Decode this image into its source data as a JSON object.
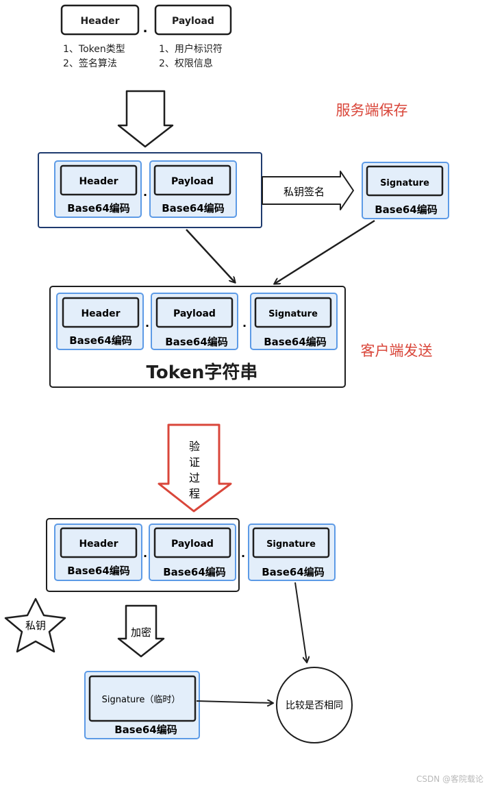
{
  "top": {
    "header": "Header",
    "payload": "Payload",
    "dot": ".",
    "header_notes": [
      "1、Token类型",
      "2、签名算法"
    ],
    "payload_notes": [
      "1、用户标识符",
      "2、权限信息"
    ]
  },
  "labels": {
    "server_save": "服务端保存",
    "client_send": "客户端发送",
    "sign_arrow": "私钥签名",
    "verify": [
      "验",
      "证",
      "过",
      "程"
    ],
    "private_key": "私钥",
    "encrypt": "加密",
    "compare": "比较是否相同",
    "token_string": "Token字符串",
    "watermark": "CSDN @客院载论"
  },
  "blocks": {
    "header": "Header",
    "payload": "Payload",
    "signature": "Signature",
    "signature_temp": "Signature（临时）",
    "encoding": "Base64编码"
  },
  "colors": {
    "ink": "#1e1e1e",
    "box_fill": "#e3eefa",
    "box_border": "#5c9ae6",
    "frame_border": "#1e3a6e",
    "red": "#d9463a"
  }
}
